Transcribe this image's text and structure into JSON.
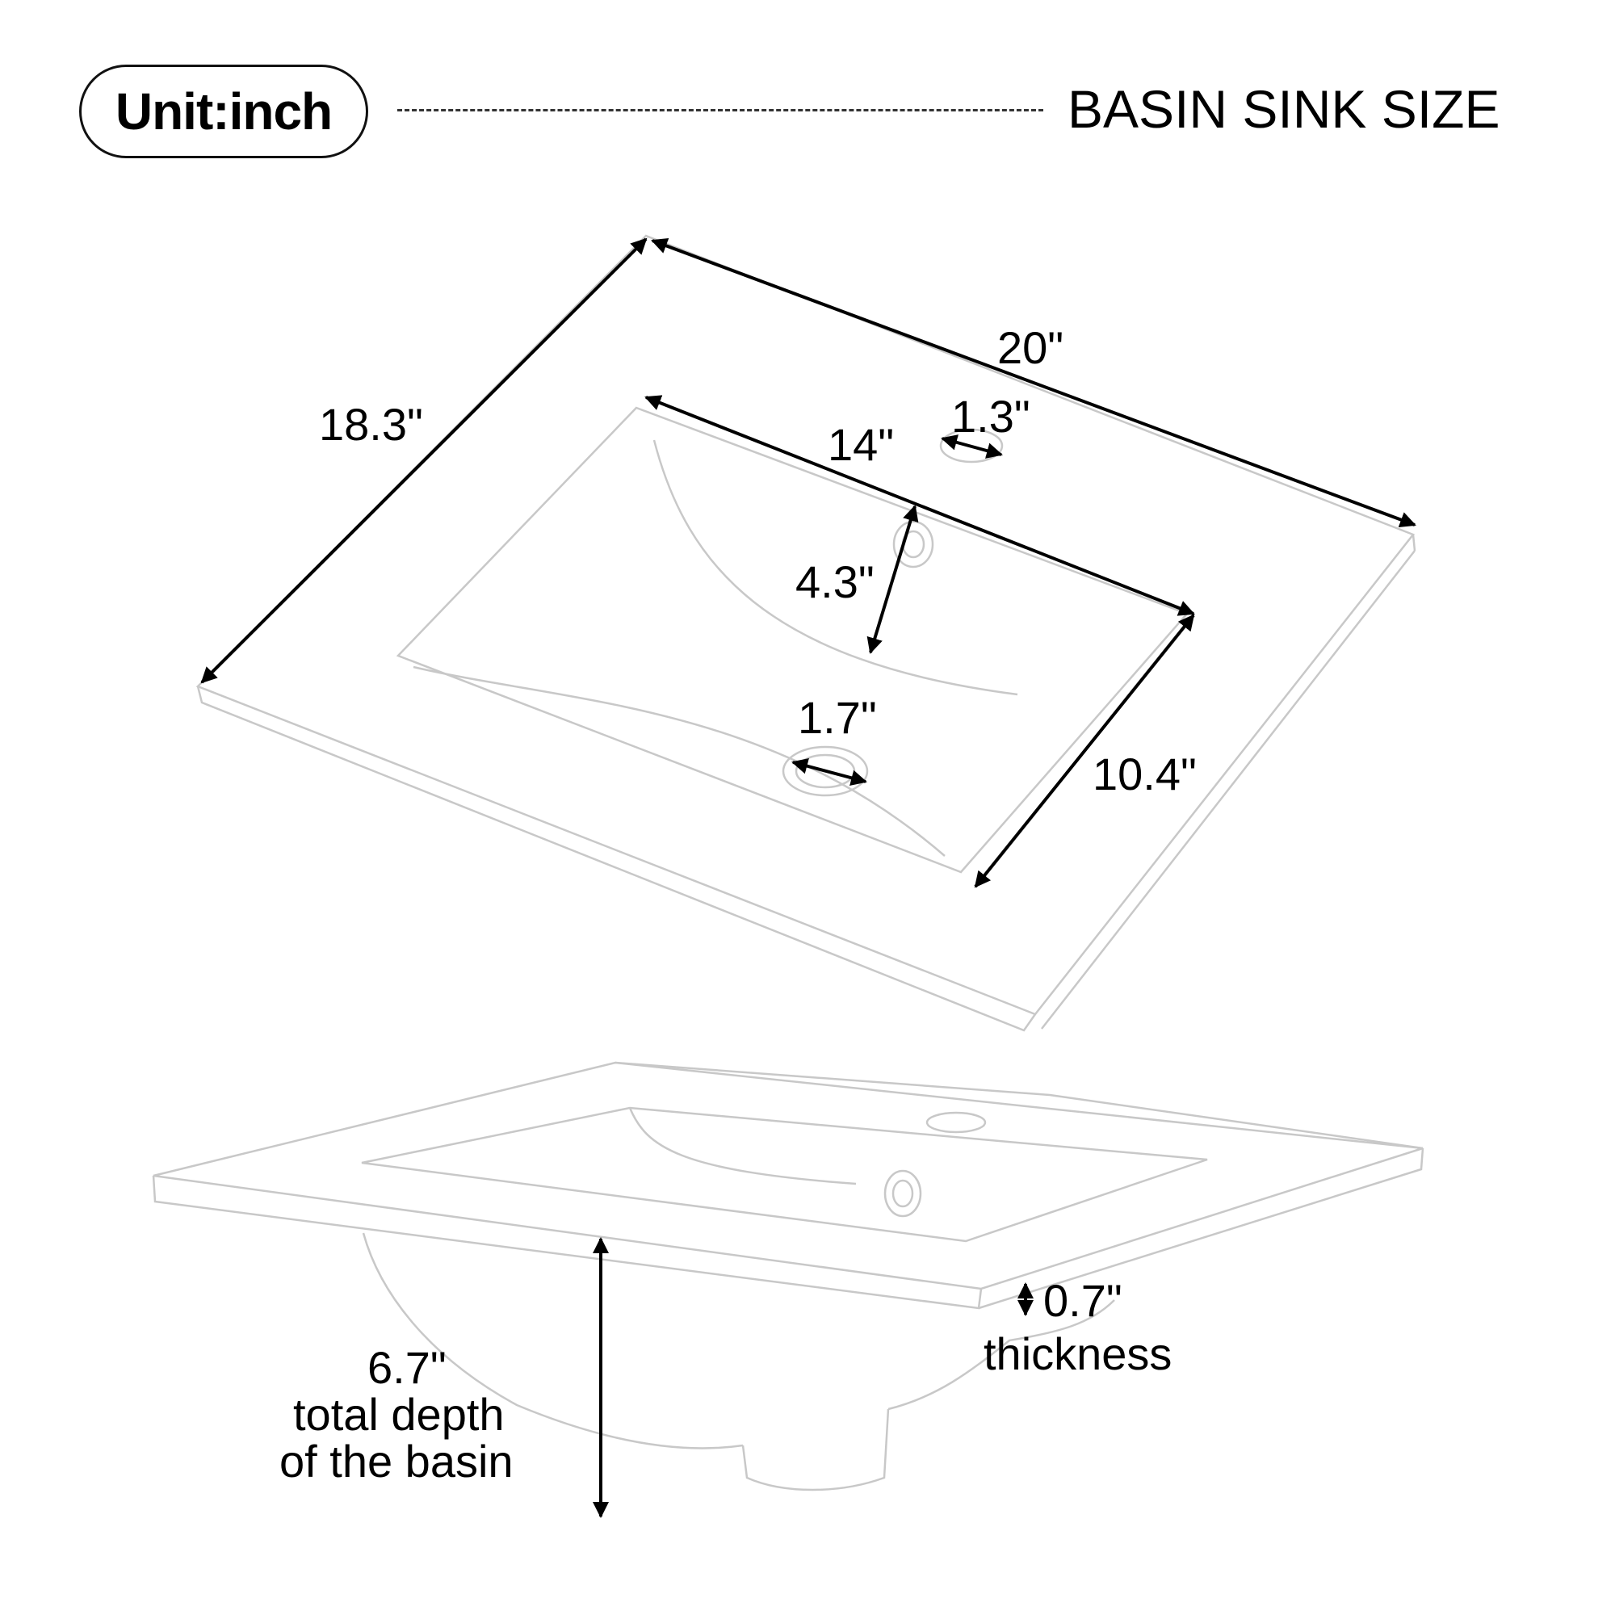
{
  "header": {
    "unit_label": "Unit:inch",
    "title": "BASIN SINK SIZE"
  },
  "dimensions": {
    "overall_width": "20\"",
    "overall_depth": "18.3\"",
    "bowl_width": "14\"",
    "bowl_depth": "10.4\"",
    "faucet_hole": "1.3\"",
    "faucet_to_drain": "4.3\"",
    "drain_hole": "1.7\"",
    "thickness_value": "0.7\"",
    "thickness_caption": "thickness",
    "total_depth_value": "6.7\"",
    "total_depth_caption_line1": "total depth",
    "total_depth_caption_line2": "of the basin"
  },
  "colors": {
    "outline": "#c8c8c8",
    "arrow": "#000000",
    "text": "#000000"
  }
}
